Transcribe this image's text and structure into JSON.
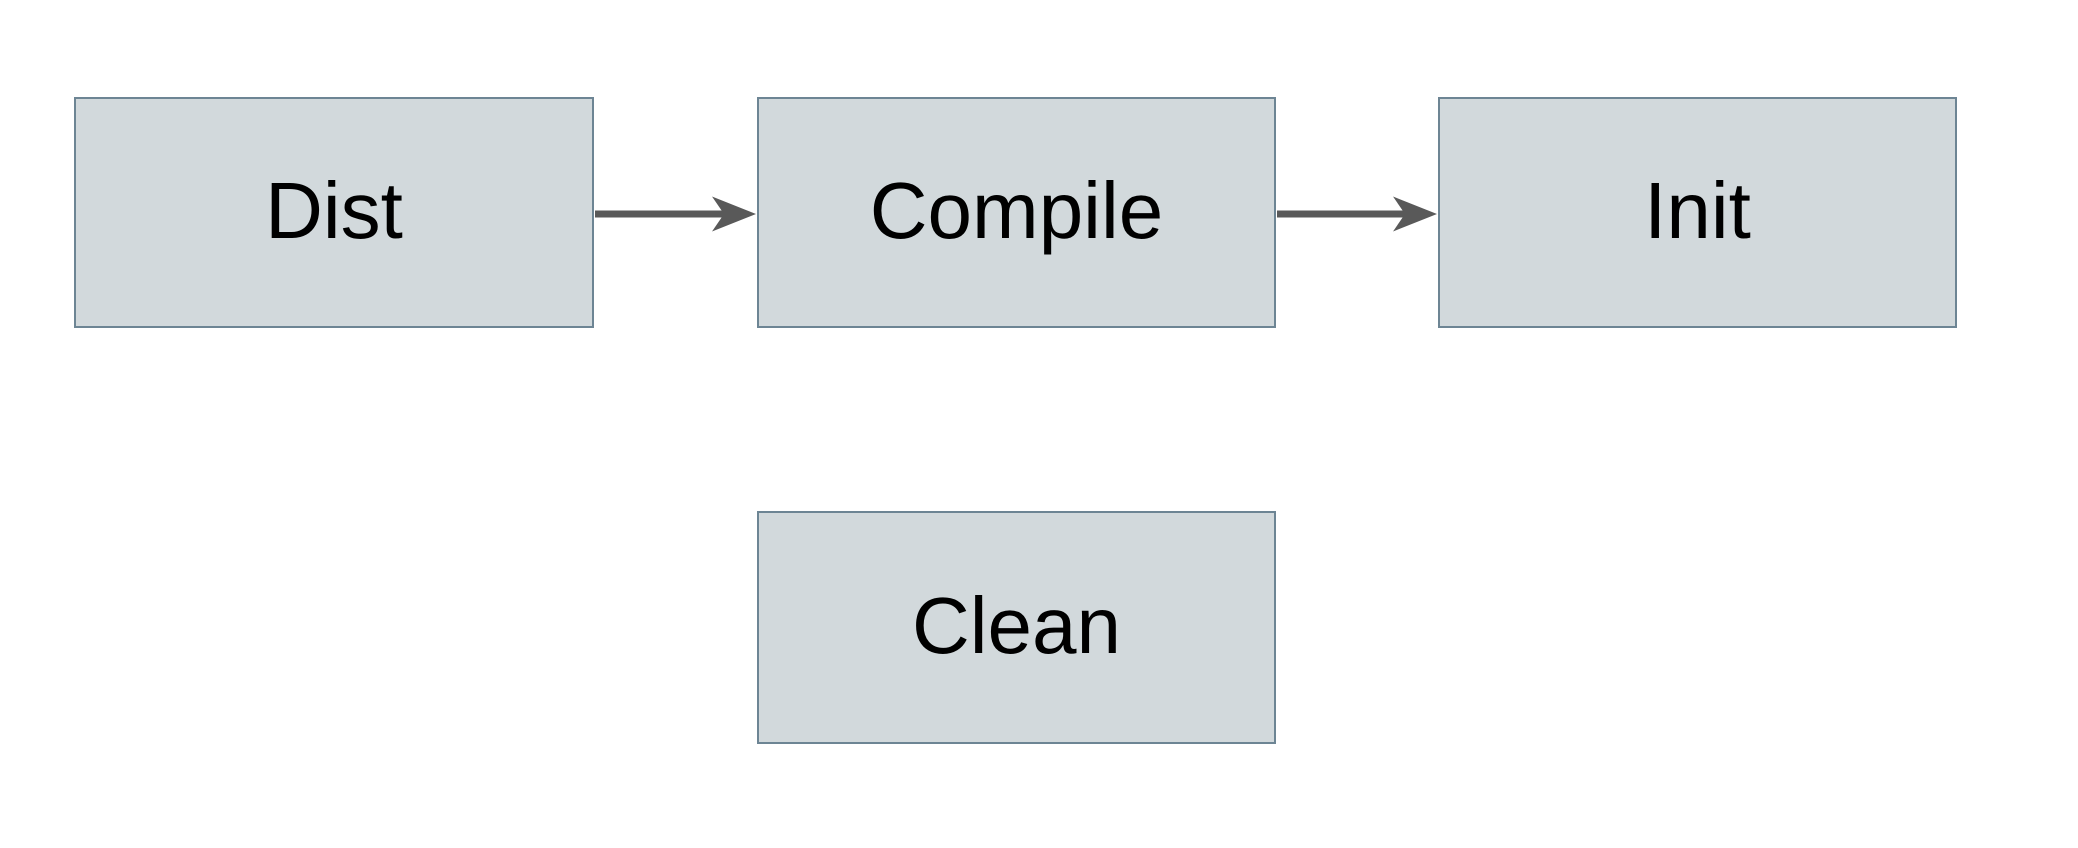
{
  "diagram": {
    "type": "flowchart",
    "direction": "left-to-right",
    "colors": {
      "canvas_bg": "#ffffff",
      "node_fill": "#d2d9dc",
      "node_border": "#6d8594",
      "arrow": "#595959",
      "text": "#000000"
    },
    "nodes": [
      {
        "id": "dist",
        "label": "Dist"
      },
      {
        "id": "compile",
        "label": "Compile"
      },
      {
        "id": "init",
        "label": "Init"
      },
      {
        "id": "clean",
        "label": "Clean"
      }
    ],
    "edges": [
      {
        "from": "dist",
        "to": "compile"
      },
      {
        "from": "compile",
        "to": "init"
      }
    ]
  }
}
